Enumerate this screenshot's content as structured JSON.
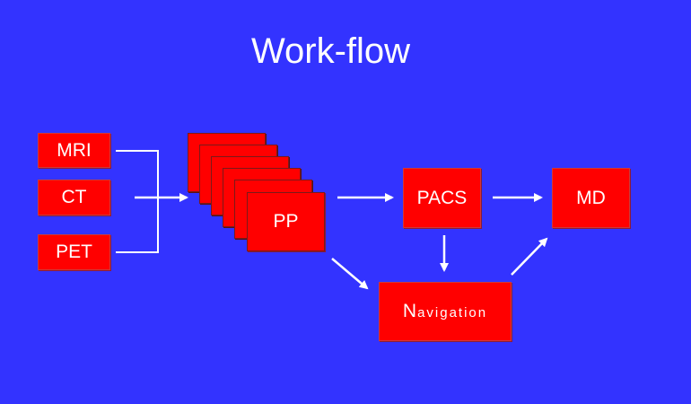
{
  "title": "Work-flow",
  "nodes": {
    "mri": "MRI",
    "ct": "CT",
    "pet": "PET",
    "pp": "PP",
    "pacs": "PACS",
    "md": "MD",
    "navigation_initial": "N",
    "navigation_rest": "avigation"
  },
  "colors": {
    "background": "#3333ff",
    "box": "#ff0000",
    "text": "#ffffff",
    "arrow": "#ffffff"
  }
}
